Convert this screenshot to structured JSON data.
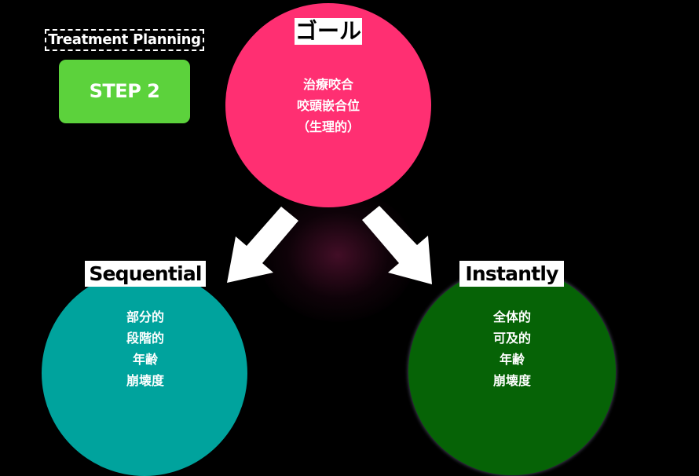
{
  "header": {
    "label": "Treatment Planning",
    "step": "STEP 2"
  },
  "goal": {
    "title": "ゴール",
    "lines": [
      "治療咬合",
      "咬頭嵌合位",
      "（生理的）"
    ],
    "color": "#ff2f72"
  },
  "sequential": {
    "title": "Sequential",
    "lines": [
      "部分的",
      "段階的",
      "年齢",
      "崩壊度"
    ],
    "color": "#00a39d"
  },
  "instantly": {
    "title": "Instantly",
    "lines": [
      "全体的",
      "可及的",
      "年齢",
      "崩壊度"
    ],
    "color": "#066306"
  },
  "colors": {
    "background": "#000000",
    "step_badge": "#5cd23c",
    "arrow": "#ffffff"
  }
}
